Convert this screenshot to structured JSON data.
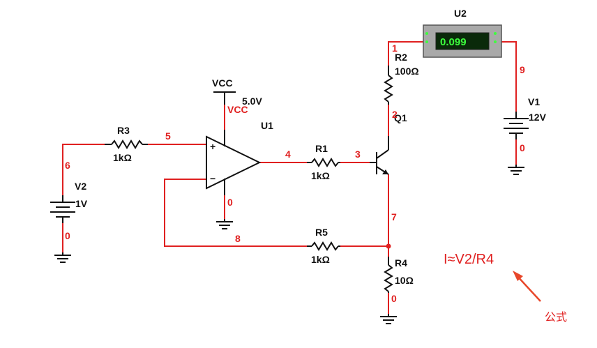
{
  "meter": {
    "ref": "U2",
    "reading": "0.099"
  },
  "opamp": {
    "ref": "U1",
    "plus": "+",
    "minus": "−"
  },
  "vcc": {
    "label": "VCC",
    "value": "5.0V",
    "net": "VCC"
  },
  "resistors": {
    "r1": {
      "ref": "R1",
      "value": "1kΩ"
    },
    "r2": {
      "ref": "R2",
      "value": "100Ω"
    },
    "r3": {
      "ref": "R3",
      "value": "1kΩ"
    },
    "r4": {
      "ref": "R4",
      "value": "10Ω"
    },
    "r5": {
      "ref": "R5",
      "value": "1kΩ"
    }
  },
  "transistor": {
    "ref": "Q1"
  },
  "sources": {
    "v1": {
      "ref": "V1",
      "value": "12V"
    },
    "v2": {
      "ref": "V2",
      "value": "1V"
    }
  },
  "nets": {
    "n1": "1",
    "n2": "2",
    "n3": "3",
    "n4": "4",
    "n5": "5",
    "n6": "6",
    "n7": "7",
    "n8": "8",
    "n9": "9",
    "g_v2": "0",
    "g_opamp": "0",
    "g_r4": "0",
    "g_v1": "0"
  },
  "annotation": {
    "formula": "I≈V2/R4",
    "note": "公式"
  },
  "colors": {
    "wire": "#e02020",
    "component": "#111111",
    "meter_body": "#a9a9a9",
    "meter_display": "#0a2a0a",
    "meter_digits": "#3dff3d"
  }
}
